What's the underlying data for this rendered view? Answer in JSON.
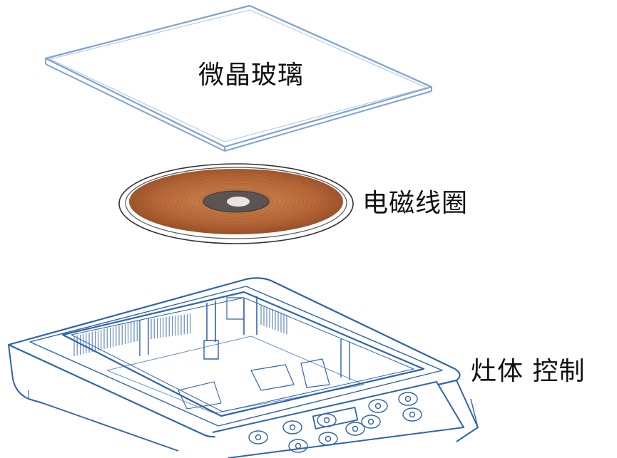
{
  "labels": {
    "glass": "微晶玻璃",
    "coil": "电磁线圈",
    "body": "灶体 控制"
  },
  "colors": {
    "outline": "#2f63b0",
    "glass_edge": "#6f98cf",
    "copper": "#c0713f",
    "copper_dark": "#8f4a22",
    "core": "#5a5552"
  }
}
